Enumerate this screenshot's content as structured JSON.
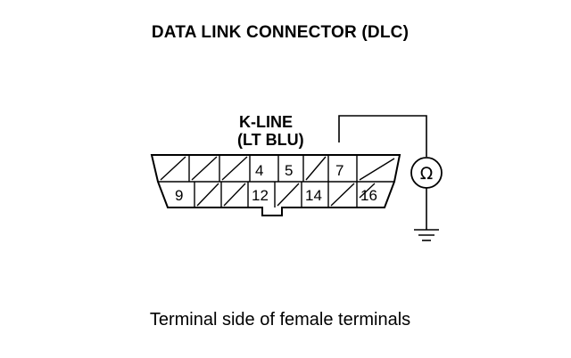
{
  "title": "DATA LINK CONNECTOR (DLC)",
  "signal": {
    "name": "K-LINE",
    "wire": "(LT BLU)"
  },
  "connector": {
    "top_row": [
      "",
      "",
      "",
      "4",
      "5",
      "",
      "7",
      ""
    ],
    "bottom_row": [
      "9",
      "",
      "",
      "12",
      "",
      "14",
      "",
      "16"
    ]
  },
  "meter_symbol": "Ω",
  "caption": "Terminal side of female terminals"
}
